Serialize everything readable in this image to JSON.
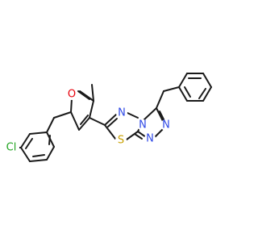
{
  "molecule": {
    "atoms": [
      {
        "label": "O",
        "color": "#e8000b"
      },
      {
        "label": "S",
        "color": "#c8a000"
      },
      {
        "label": "N",
        "color": "#2f49e6"
      },
      {
        "label": "N",
        "color": "#2f49e6"
      },
      {
        "label": "N",
        "color": "#2f49e6"
      },
      {
        "label": "N",
        "color": "#2f49e6"
      },
      {
        "label": "Cl",
        "color": "#1fa31f"
      }
    ],
    "bond_color": "#1a1a1a"
  }
}
